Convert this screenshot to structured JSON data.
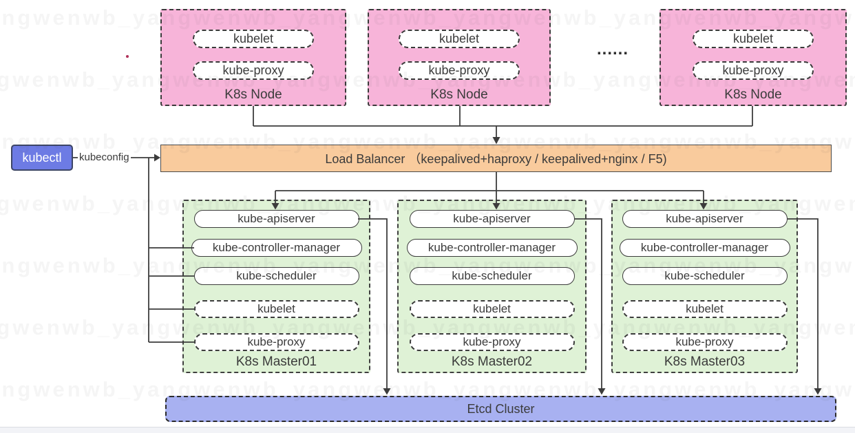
{
  "watermark": {
    "text": "yangwenwb_yangwenwb_yangwenwb_yangwenwb_yangwenwb_yangwenwb_yangwenwb"
  },
  "node_row": {
    "ellipsis": "......",
    "nodes": [
      {
        "pills": [
          "kubelet",
          "kube-proxy"
        ],
        "label": "K8s Node"
      },
      {
        "pills": [
          "kubelet",
          "kube-proxy"
        ],
        "label": "K8s Node"
      },
      {
        "pills": [
          "kubelet",
          "kube-proxy"
        ],
        "label": "K8s Node"
      }
    ]
  },
  "kubectl": {
    "label": "kubectl",
    "connection_label": "kubeconfig"
  },
  "load_balancer": {
    "label": "Load Balancer （keepalived+haproxy / keepalived+nginx / F5)"
  },
  "masters": [
    {
      "pills": [
        "kube-apiserver",
        "kube-controller-manager",
        "kube-scheduler",
        "kubelet",
        "kube-proxy"
      ],
      "label": "K8s Master01"
    },
    {
      "pills": [
        "kube-apiserver",
        "kube-controller-manager",
        "kube-scheduler",
        "kubelet",
        "kube-proxy"
      ],
      "label": "K8s Master02"
    },
    {
      "pills": [
        "kube-apiserver",
        "kube-controller-manager",
        "kube-scheduler",
        "kubelet",
        "kube-proxy"
      ],
      "label": "K8s Master03"
    }
  ],
  "etcd": {
    "label": "Etcd Cluster"
  },
  "colors": {
    "node-fill": "#f7b4d9",
    "node-border": "#3a3a3a",
    "master-fill": "#dff2d6",
    "lb-fill": "#f9cb9d",
    "etcd-fill": "#a8b1f1",
    "kubectl-fill": "#6d7be4",
    "kubectl-border": "#3c4566",
    "line": "#3c3c3c",
    "text": "#3b3b3b"
  }
}
